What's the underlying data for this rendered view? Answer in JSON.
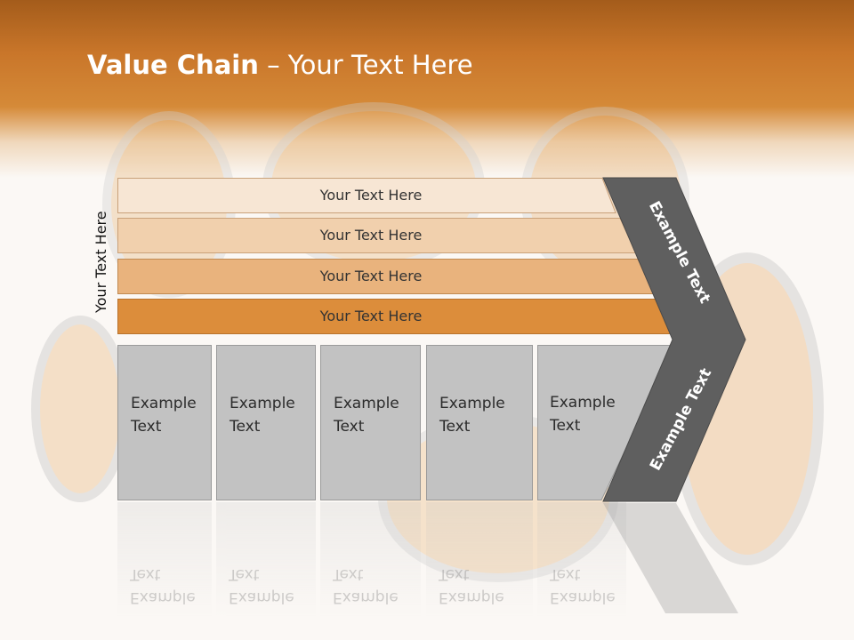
{
  "title": {
    "bold": "Value Chain",
    "rest": " – Your Text Here"
  },
  "side_label": "Your Text Here",
  "bands": [
    {
      "label": "Your Text Here",
      "fill": "#f7e6d4"
    },
    {
      "label": "Your Text Here",
      "fill": "#f1d0ad"
    },
    {
      "label": "Your Text Here",
      "fill": "#e9b37d"
    },
    {
      "label": "Your Text Here",
      "fill": "#dc8d3b"
    }
  ],
  "boxes": [
    {
      "label": "Example\nText"
    },
    {
      "label": "Example\nText"
    },
    {
      "label": "Example\nText"
    },
    {
      "label": "Example\nText"
    },
    {
      "label": "Example\nText"
    }
  ],
  "arrow": {
    "upper": "Example Text",
    "lower": "Example Text",
    "color": "#5f5f5f"
  },
  "colors": {
    "header": "#d2832f",
    "box": "#c2c2c2"
  }
}
